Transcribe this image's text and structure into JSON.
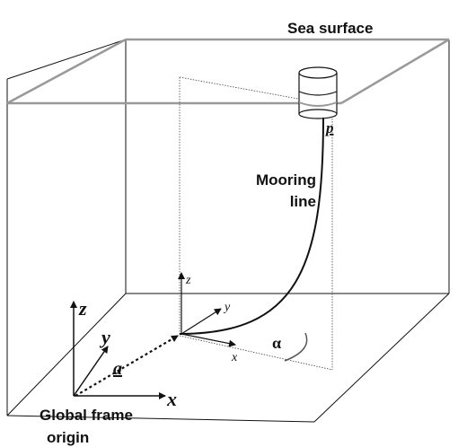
{
  "labels": {
    "sea_surface": "Sea surface",
    "buoy_point": "p",
    "mooring_line_1": "Mooring",
    "mooring_line_2": "line",
    "local_z": "z",
    "local_y": "y",
    "local_x": "x",
    "alpha": "α",
    "global_z": "z",
    "global_y": "y",
    "global_x": "x",
    "vector_a": "a",
    "global_origin_1": "Global frame",
    "global_origin_2": "origin"
  }
}
